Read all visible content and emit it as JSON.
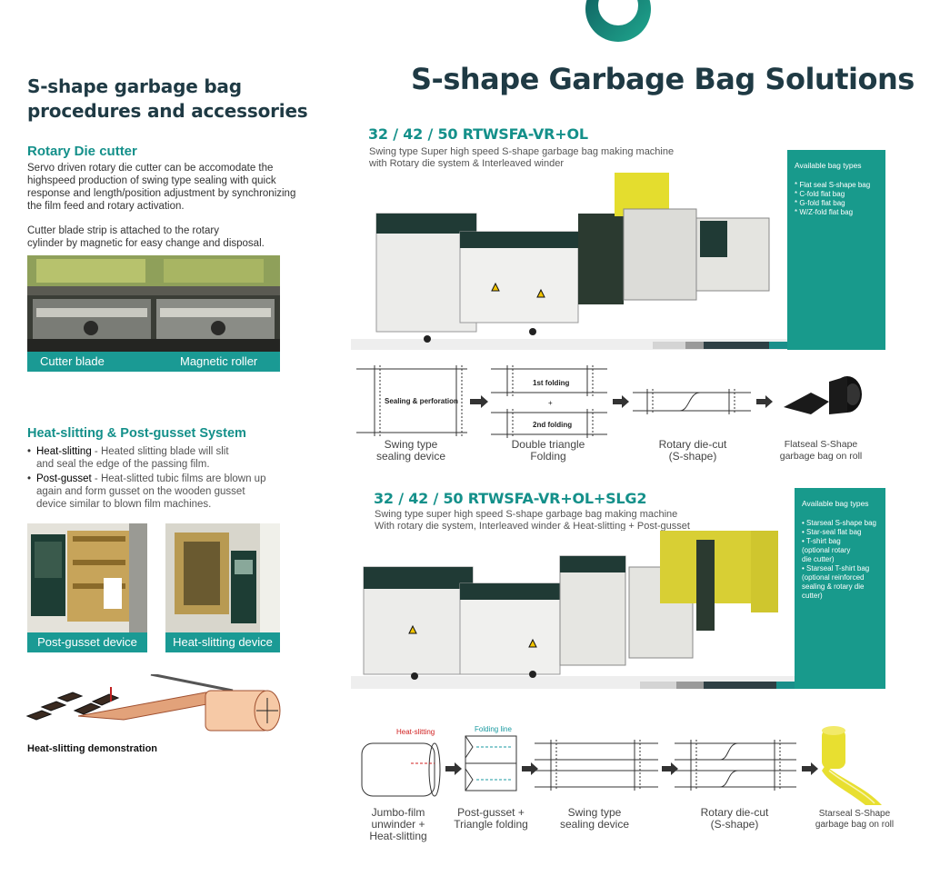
{
  "left_title": [
    "S-shape garbage bag",
    "procedures and accessories"
  ],
  "main_title": "S-shape Garbage Bag Solutions",
  "rotary": {
    "heading": "Rotary Die cutter",
    "para1": [
      "Servo driven rotary die cutter can be accomodate the",
      "highspeed production of swing type sealing with quick",
      "response and length/position adjustment by synchronizing",
      "the film feed and rotary activation."
    ],
    "para2": [
      "Cutter blade strip is attached to the rotary",
      "cylinder by magnetic for easy change and disposal."
    ],
    "caption_left": "Cutter blade",
    "caption_right": "Magnetic roller"
  },
  "heat": {
    "heading": "Heat-slitting & Post-gusset System",
    "b1_term": "Heat-slitting",
    "b1_rest": " - Heated slitting blade will slit",
    "b1_line2": "and seal the edge of the passing film.",
    "b2_term": "Post-gusset",
    "b2_rest": " - Heat-slitted tubic films are blown up",
    "b2_line2": "again and form gusset on the wooden gusset",
    "b2_line3": "device similar to blown film machines.",
    "photo1_caption": "Post-gusset device",
    "photo2_caption": "Heat-slitting device",
    "demo_caption": "Heat-slitting demonstration"
  },
  "machine1": {
    "model": "32 / 42 / 50 RTWSFA-VR+OL",
    "sub": [
      "Swing type Super high speed S-shape garbage bag making machine",
      "with Rotary die system & Interleaved winder"
    ],
    "box_heading": "Available bag types",
    "box_items": [
      "* Flat seal S-shape bag",
      "* C-fold flat bag",
      "* G-fold flat bag",
      "* W/Z-fold flat bag"
    ]
  },
  "process1": {
    "sealing_text": "Sealing & perforation",
    "first_fold": "1st folding",
    "plus": "+",
    "second_fold": "2nd folding",
    "labels": [
      [
        "Swing type",
        "sealing device"
      ],
      [
        "Double triangle",
        "Folding"
      ],
      [
        "Rotary die-cut",
        "(S-shape)"
      ],
      [
        "Flatseal S-Shape",
        "garbage bag on roll"
      ]
    ]
  },
  "machine2": {
    "model": "32 / 42 / 50 RTWSFA-VR+OL+SLG2",
    "sub": [
      "Swing type super high speed S-shape garbage bag making machine",
      "With rotary die system, Interleaved winder & Heat-slitting + Post-gusset"
    ],
    "box_heading": "Available bag types",
    "box_items": [
      "• Starseal S-shape bag",
      "• Star-seal flat bag",
      "• T-shirt bag",
      "  (optional rotary",
      "  die cutter)",
      "• Starseal T-shirt bag",
      "  (optional reinforced",
      "  sealing & rotary die",
      "  cutter)"
    ]
  },
  "process2": {
    "heat_slitting": "Heat-slitting",
    "folding_line": "Folding line",
    "labels": [
      [
        "Jumbo-film",
        "unwinder +",
        "Heat-slitting"
      ],
      [
        "Post-gusset +",
        "Triangle folding"
      ],
      [
        "Swing type",
        "sealing device"
      ],
      [
        "Rotary die-cut",
        "(S-shape)"
      ],
      [
        "Starseal S-Shape",
        "garbage bag on roll"
      ]
    ]
  },
  "colors": {
    "teal": "#14908a",
    "dark": "#1f3a44",
    "green_box": "#189a8c",
    "yellow": "#e8df30"
  }
}
